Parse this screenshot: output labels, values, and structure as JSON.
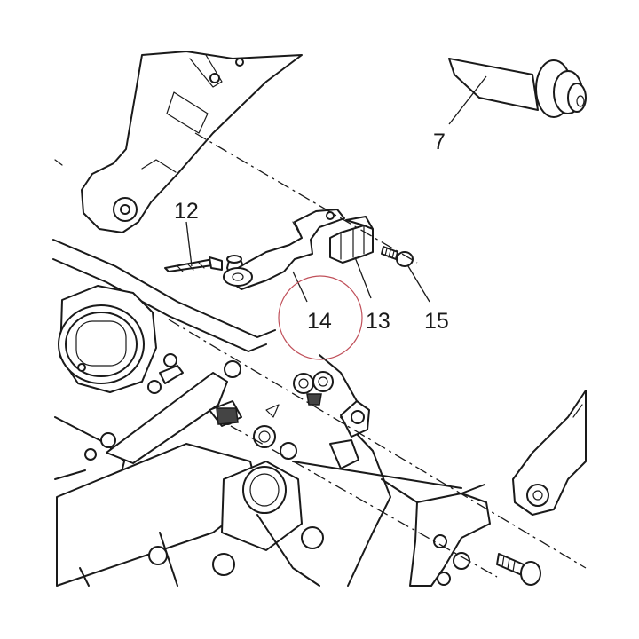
{
  "diagram": {
    "callouts": [
      {
        "id": "7",
        "label": "7"
      },
      {
        "id": "12",
        "label": "12"
      },
      {
        "id": "13",
        "label": "13"
      },
      {
        "id": "14",
        "label": "14"
      },
      {
        "id": "15",
        "label": "15"
      }
    ],
    "highlight": {
      "target": "14",
      "color": "#c0505a"
    }
  }
}
